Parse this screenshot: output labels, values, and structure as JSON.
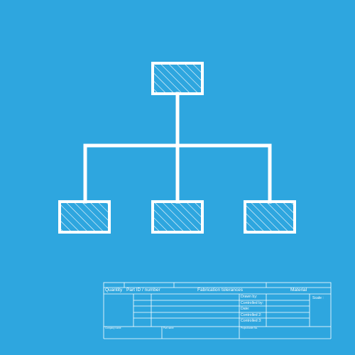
{
  "colors": {
    "background": "#2ea6df",
    "lines": "#ffffff"
  },
  "diagram": {
    "nodes": [
      {
        "id": "root",
        "label": ""
      },
      {
        "id": "child-left",
        "label": ""
      },
      {
        "id": "child-middle",
        "label": ""
      },
      {
        "id": "child-right",
        "label": ""
      }
    ]
  },
  "title_block": {
    "header": {
      "quantity": "Quantity",
      "part_id": "Part ID / number",
      "fabrication": "Fabrication tolerances",
      "material": "Material"
    },
    "fields": {
      "drawn_by": "Drawn by:",
      "controlled_by": "Controlled by:",
      "date": "Date:",
      "controlled_2": "Controlled 2:",
      "controlled_3": "Controlled 3:",
      "scale": "Scale :"
    },
    "footer": {
      "company_name": "Company name",
      "part_name": "Part name",
      "project_no": "Project/order No."
    }
  }
}
